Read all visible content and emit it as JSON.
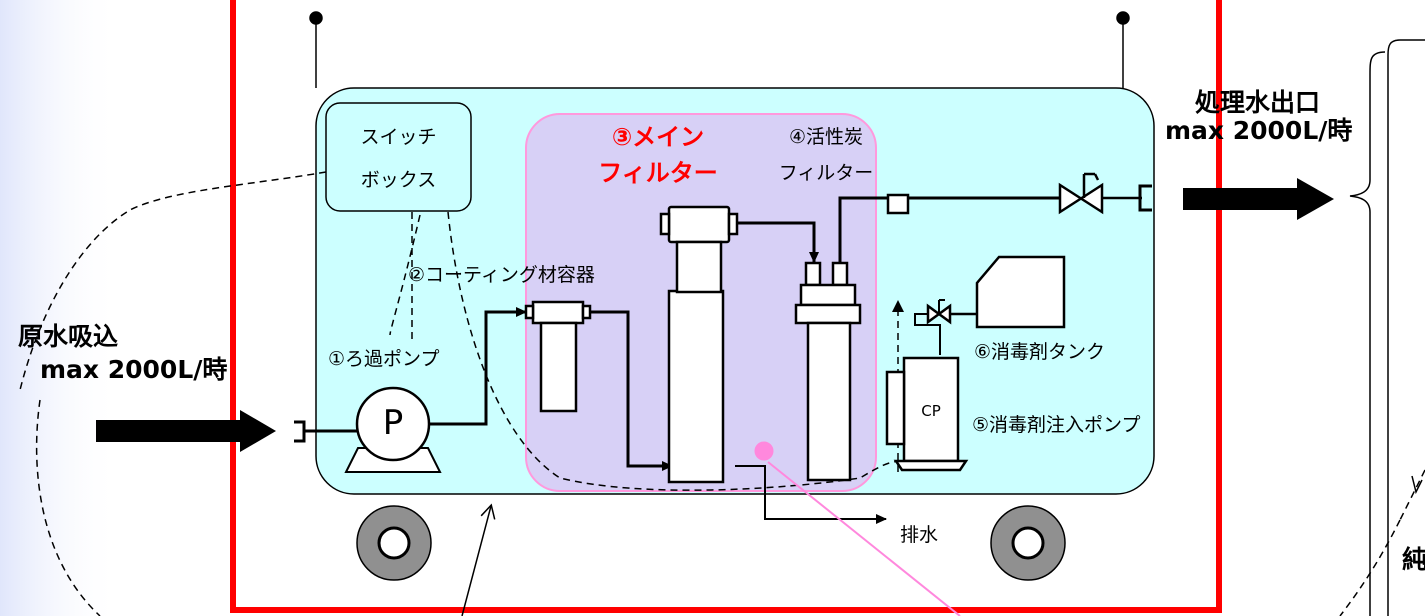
{
  "labels": {
    "intake_title": "原水吸込",
    "intake_rate": "max 2000L/時",
    "outlet_title": "処理水出口",
    "outlet_rate": "max 2000L/時",
    "switch_box_1": "スイッチ",
    "switch_box_2": "ボックス",
    "main_filter_1": "③メイン",
    "main_filter_2": "フィルター",
    "carbon_filter_1": "④活性炭",
    "carbon_filter_2": "フィルター",
    "coating_container": "②コーティング材容器",
    "filtration_pump": "①ろ過ポンプ",
    "pump_symbol": "P",
    "disinfectant_tank": "⑥消毒剤タンク",
    "cp_symbol": "CP",
    "injection_pump": "⑤消毒剤注入ポンプ",
    "drain": "排水",
    "clipped_right_char": "純"
  },
  "colors": {
    "frame_red": "#ff0000",
    "unit_fill": "#ccffff",
    "main_zone_fill": "#d8c8f4",
    "main_zone_border": "#ff99dd",
    "pink": "#ff88dd"
  }
}
